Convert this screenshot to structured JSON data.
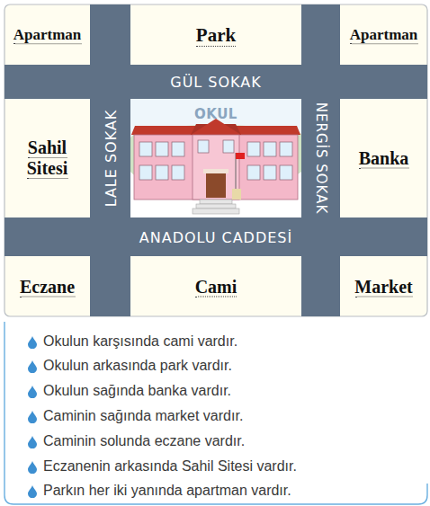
{
  "diagram": {
    "nodes": [
      {
        "text": [
          "Apartman"
        ]
      },
      {
        "text": [
          "Park"
        ]
      },
      {
        "text": [
          "Apartman"
        ]
      },
      {
        "text": [
          "GÜL SOKAK"
        ]
      },
      {
        "text": [
          "LALE SOKAK"
        ]
      },
      {
        "text": [
          "Sahil Sitesi"
        ]
      },
      {
        "text": [
          "OKUL"
        ]
      },
      {
        "text": [
          "NERGİS SOKAK"
        ]
      },
      {
        "text": [
          "Banka"
        ]
      },
      {
        "text": [
          "ANADOLU CADDESİ"
        ]
      },
      {
        "text": [
          "Eczane"
        ]
      },
      {
        "text": [
          "Cami"
        ]
      },
      {
        "text": [
          "Market"
        ]
      }
    ],
    "labels": [
      "Okulun karşısında cami vardır.",
      "Okulun arkasında park vardır.",
      "Okulun sağında banka vardır.",
      "Caminin sağında market vardır.",
      "Caminin solunda eczane vardır.",
      "Eczanenin arkasında Sahil Sitesi vardır.",
      "Parkın her iki yanında apartman vardır."
    ]
  }
}
